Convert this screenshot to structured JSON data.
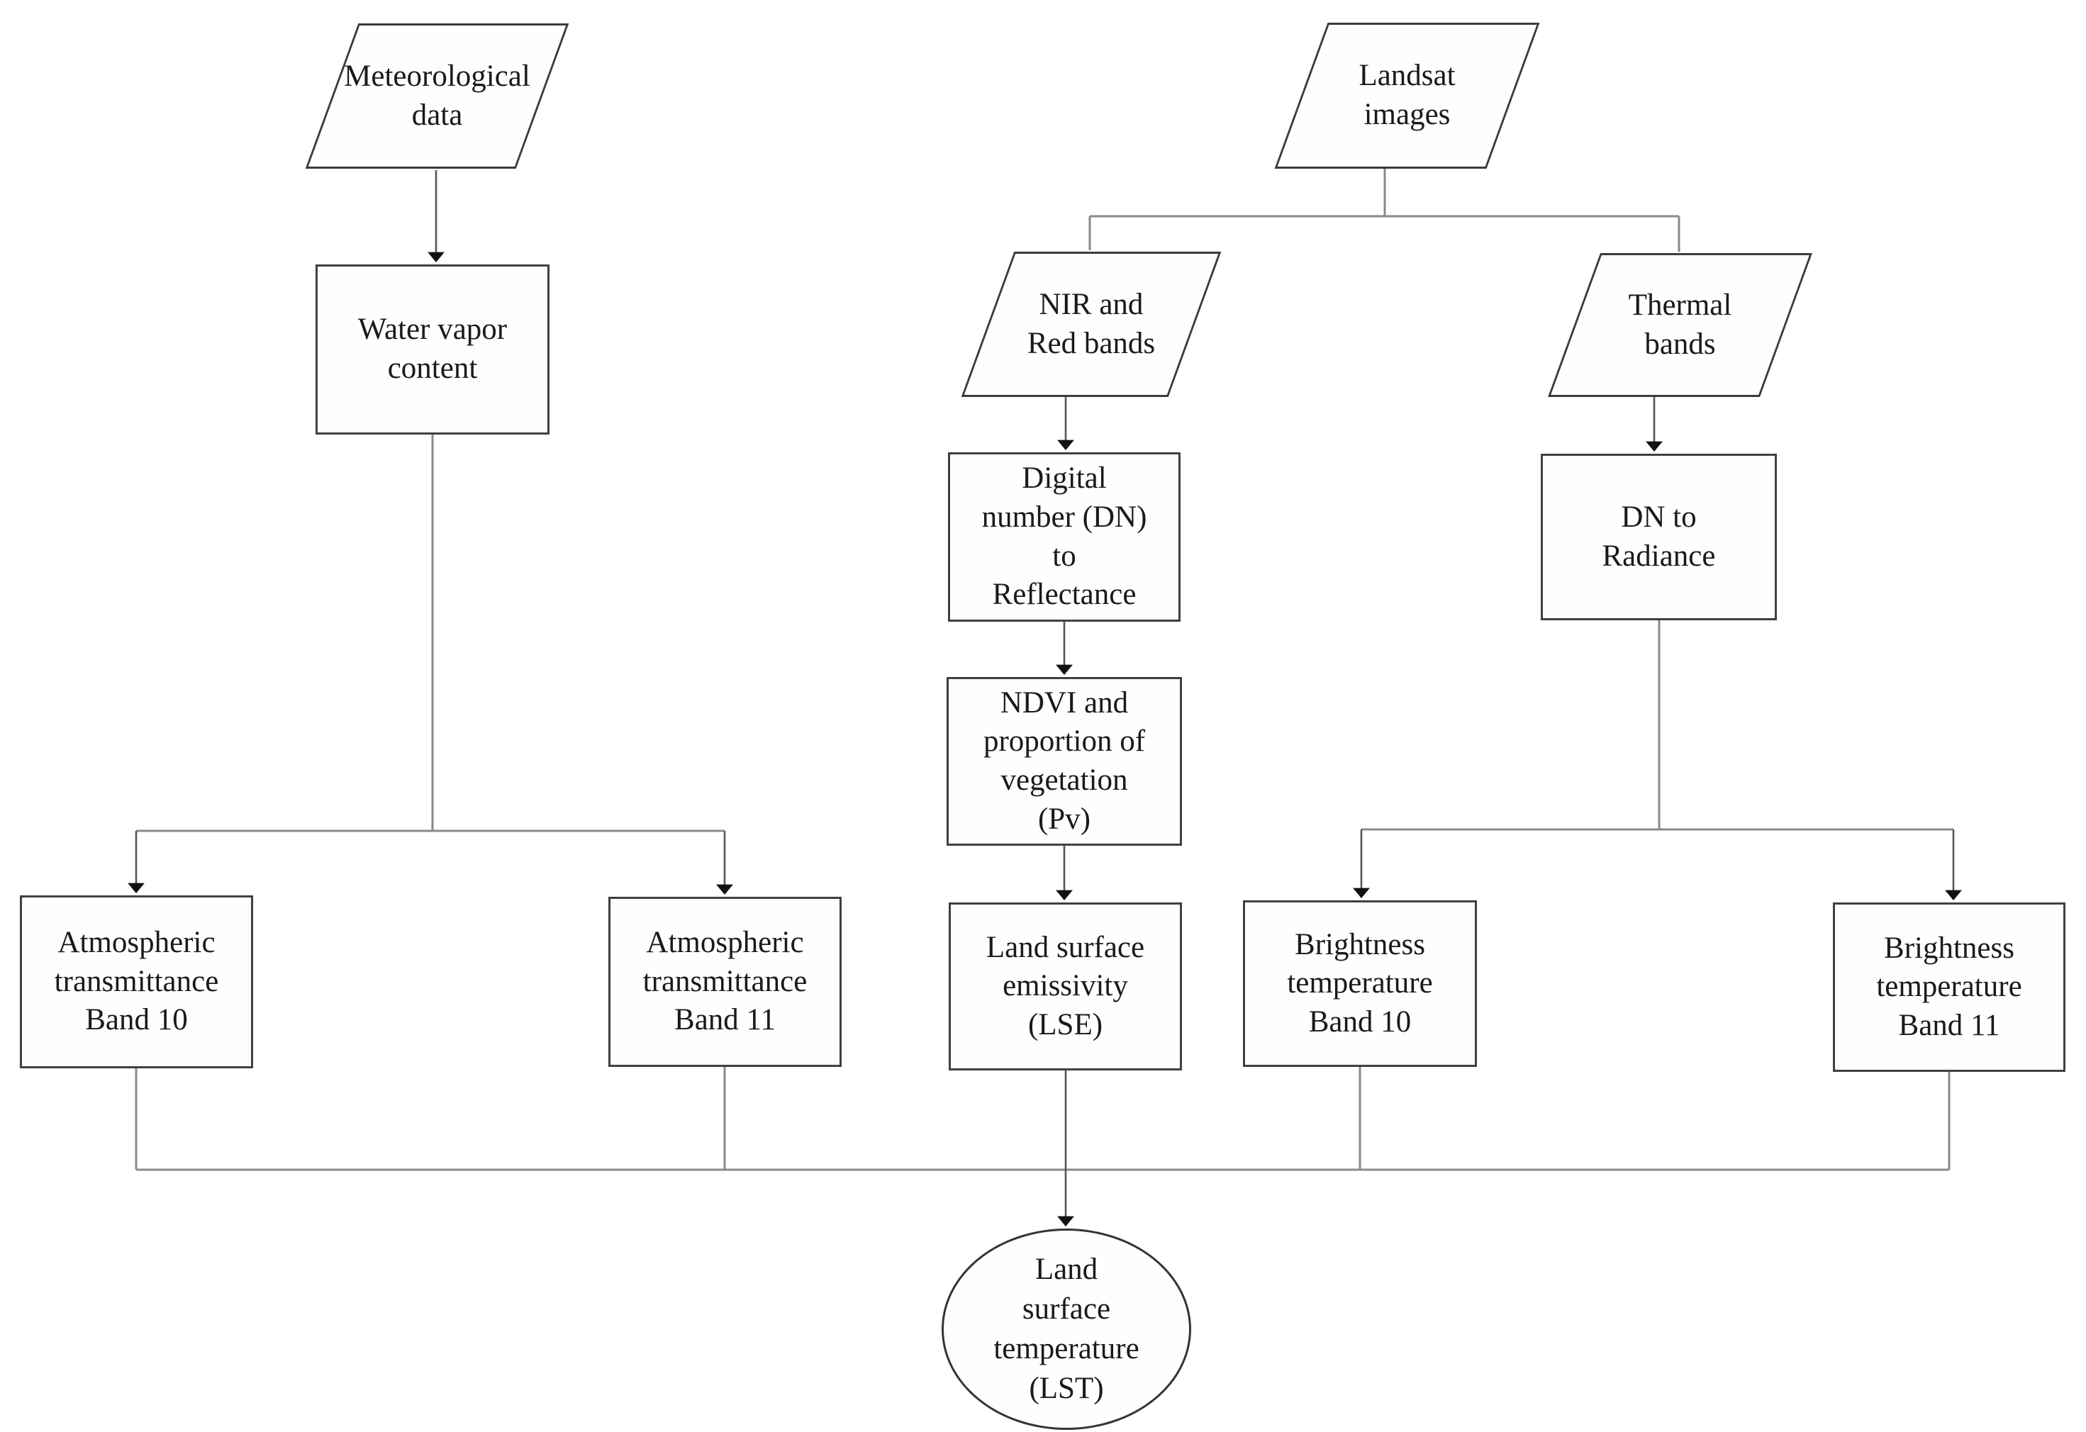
{
  "diagram": {
    "type": "flowchart",
    "colors": {
      "background": "#ffffff",
      "shape_border": "#3f3f3f",
      "connector": "#8a8a8a",
      "arrow_stem": "#565656",
      "arrowhead": "#111111",
      "text": "#1a1a1a"
    },
    "nodes": {
      "met_data": {
        "id": "meteorological-data",
        "shape": "parallelogram",
        "label": "Meteorological\ndata"
      },
      "landsat": {
        "id": "landsat-images",
        "shape": "parallelogram",
        "label": "Landsat\nimages"
      },
      "water_vapor": {
        "id": "water-vapor-content",
        "shape": "rectangle",
        "label": "Water vapor\ncontent"
      },
      "nir_red": {
        "id": "nir-and-red-bands",
        "shape": "parallelogram",
        "label": "NIR and\nRed bands"
      },
      "thermal": {
        "id": "thermal-bands",
        "shape": "parallelogram",
        "label": "Thermal\nbands"
      },
      "dn_reflectance": {
        "id": "dn-to-reflectance",
        "shape": "rectangle",
        "label": "Digital\nnumber (DN)\nto\nReflectance"
      },
      "dn_radiance": {
        "id": "dn-to-radiance",
        "shape": "rectangle",
        "label": "DN to\nRadiance"
      },
      "ndvi_pv": {
        "id": "ndvi-proportion-of-vegetation",
        "shape": "rectangle",
        "label": "NDVI and\nproportion of\nvegetation\n(Pv)"
      },
      "at_band10": {
        "id": "atmospheric-transmittance-band10",
        "shape": "rectangle",
        "label": "Atmospheric\ntransmittance\nBand 10"
      },
      "at_band11": {
        "id": "atmospheric-transmittance-band11",
        "shape": "rectangle",
        "label": "Atmospheric\ntransmittance\nBand 11"
      },
      "lse": {
        "id": "land-surface-emissivity",
        "shape": "rectangle",
        "label": "Land surface\nemissivity\n(LSE)"
      },
      "bt_band10": {
        "id": "brightness-temperature-band10",
        "shape": "rectangle",
        "label": "Brightness\ntemperature\nBand 10"
      },
      "bt_band11": {
        "id": "brightness-temperature-band11",
        "shape": "rectangle",
        "label": "Brightness\ntemperature\nBand 11"
      },
      "lst": {
        "id": "land-surface-temperature",
        "shape": "ellipse",
        "label": "Land\nsurface\ntemperature\n(LST)"
      }
    },
    "edges": [
      {
        "from": "meteorological-data",
        "to": "water-vapor-content",
        "arrow": true
      },
      {
        "from": "water-vapor-content",
        "to": "atmospheric-transmittance-band10",
        "arrow": true
      },
      {
        "from": "water-vapor-content",
        "to": "atmospheric-transmittance-band11",
        "arrow": true
      },
      {
        "from": "landsat-images",
        "to": "nir-and-red-bands",
        "arrow": false
      },
      {
        "from": "landsat-images",
        "to": "thermal-bands",
        "arrow": false
      },
      {
        "from": "nir-and-red-bands",
        "to": "dn-to-reflectance",
        "arrow": true
      },
      {
        "from": "dn-to-reflectance",
        "to": "ndvi-proportion-of-vegetation",
        "arrow": true
      },
      {
        "from": "ndvi-proportion-of-vegetation",
        "to": "land-surface-emissivity",
        "arrow": true
      },
      {
        "from": "thermal-bands",
        "to": "dn-to-radiance",
        "arrow": true
      },
      {
        "from": "dn-to-radiance",
        "to": "brightness-temperature-band10",
        "arrow": true
      },
      {
        "from": "dn-to-radiance",
        "to": "brightness-temperature-band11",
        "arrow": true
      },
      {
        "from": "atmospheric-transmittance-band10",
        "to": "land-surface-temperature",
        "arrow": false
      },
      {
        "from": "atmospheric-transmittance-band11",
        "to": "land-surface-temperature",
        "arrow": false
      },
      {
        "from": "land-surface-emissivity",
        "to": "land-surface-temperature",
        "arrow": true
      },
      {
        "from": "brightness-temperature-band10",
        "to": "land-surface-temperature",
        "arrow": false
      },
      {
        "from": "brightness-temperature-band11",
        "to": "land-surface-temperature",
        "arrow": false
      }
    ]
  }
}
